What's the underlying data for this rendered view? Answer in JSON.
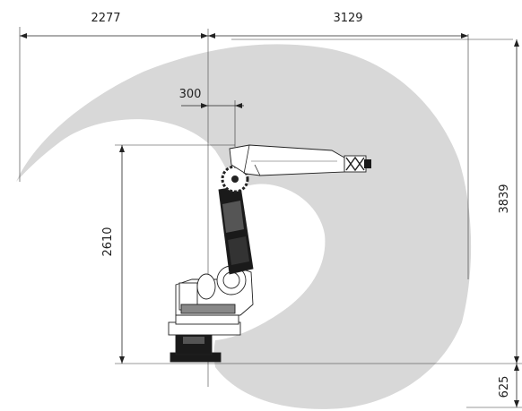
{
  "dimensions": {
    "left_reach": "2277",
    "right_reach": "3129",
    "wrist_offset": "300",
    "height_to_arm": "2610",
    "max_height": "3839",
    "below_base": "625"
  },
  "colors": {
    "work_envelope": "#d8d8d8",
    "robot_body": "#ffffff",
    "robot_dark": "#1a1a1a",
    "robot_mid": "#555555",
    "lines": "#222222"
  }
}
